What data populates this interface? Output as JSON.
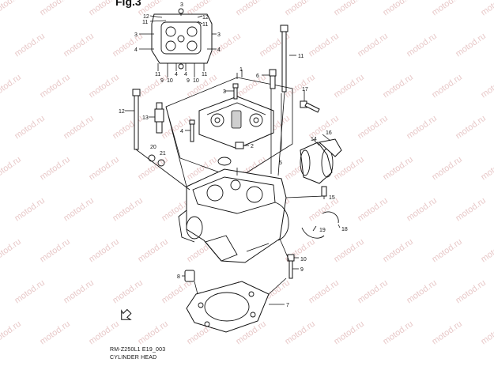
{
  "figure_tag": "Fig.3",
  "watermark": "motod.ru",
  "model_code": "RM-Z250L1 E19_003",
  "diagram_title": "CYLINDER HEAD",
  "callouts": {
    "n1": "1",
    "n2": "2",
    "n3": "3",
    "n4": "4",
    "n5": "5",
    "n6": "6",
    "n7": "7",
    "n8": "8",
    "n9": "9",
    "n10": "10",
    "n11": "11",
    "n12": "12",
    "n13": "13",
    "n14": "14",
    "n15": "15",
    "n16": "16",
    "n17": "17",
    "n18": "18",
    "n19": "19",
    "n20": "20",
    "n21": "21"
  },
  "colors": {
    "ink": "#111111",
    "watermark": "#e8c9c9",
    "background": "#ffffff"
  },
  "icons": {
    "front_arrow": "front-arrow-icon"
  }
}
